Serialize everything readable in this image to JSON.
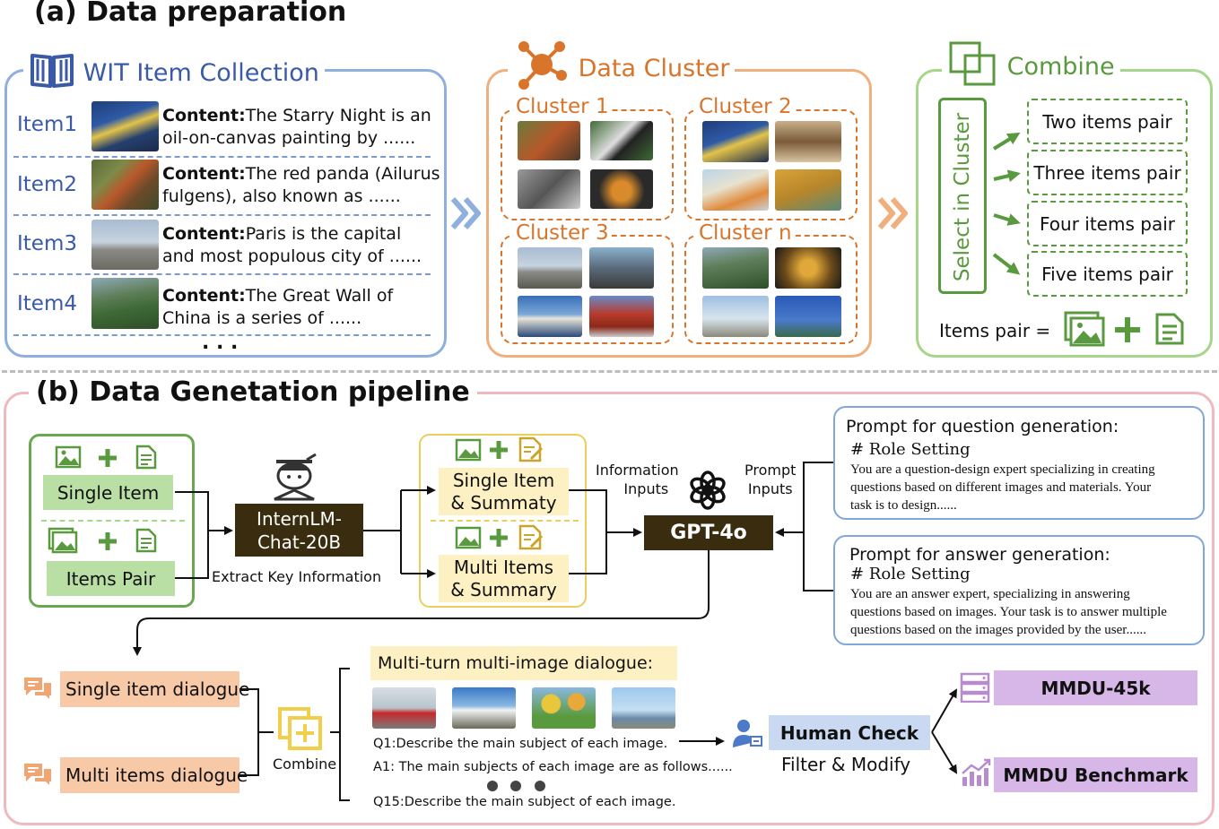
{
  "section_a": {
    "title": "(a) Data preparation",
    "wit": {
      "title": "WIT Item Collection",
      "items": [
        {
          "label": "Item1",
          "content_label": "Content:",
          "line1": "The Starry Night is an",
          "line2": "oil-on-canvas painting by ......"
        },
        {
          "label": "Item2",
          "content_label": "Content:",
          "line1": "The red panda (Ailurus",
          "line2": "fulgens), also known as ......"
        },
        {
          "label": "Item3",
          "content_label": "Content:",
          "line1": "Paris is the capital",
          "line2": "and most populous city of ......"
        },
        {
          "label": "Item4",
          "content_label": "Content:",
          "line1": "The Great Wall of",
          "line2": "China is a series of ......"
        }
      ],
      "ellipsis": ". . ."
    },
    "cluster": {
      "title": "Data Cluster",
      "clusters": [
        "Cluster 1",
        "Cluster 2",
        "Cluster 3",
        "Cluster n"
      ]
    },
    "combine": {
      "title": "Combine",
      "select_label": "Select in Cluster",
      "pairs": [
        "Two items pair",
        "Three items pair",
        "Four items pair",
        "Five items pair"
      ],
      "formula_label": "Items pair ="
    }
  },
  "section_b": {
    "title": "(b) Data Genetation pipeline",
    "single_item": "Single Item",
    "items_pair": "Items Pair",
    "internlm_line1": "InternLM-",
    "internlm_line2": "Chat-20B",
    "extract_label": "Extract Key Information",
    "summary_single_line1": "Single Item",
    "summary_single_line2": "& Summaty",
    "summary_multi_line1": "Multi Items",
    "summary_multi_line2": "& Summary",
    "info_inputs_line1": "Information",
    "info_inputs_line2": "Inputs",
    "prompt_inputs_line1": "Prompt",
    "prompt_inputs_line2": "Inputs",
    "gpt": "GPT-4o",
    "prompt_q": {
      "title": "Prompt for question generation:",
      "sub": "# Role Setting",
      "lines": [
        "You are a question-design expert specializing in creating",
        "questions based on different images and materials. Your",
        "task is to design......"
      ]
    },
    "prompt_a": {
      "title": "Prompt for answer generation:",
      "sub": "# Role Setting",
      "lines": [
        "You are an answer expert, specializing in answering",
        "questions based on images. Your task is to answer multiple",
        "questions based on the images provided by the user......"
      ]
    },
    "single_dialogue": "Single item dialogue",
    "multi_dialogue": "Multi items dialogue",
    "combine_label": "Combine",
    "multiturn_title": "Multi-turn multi-image dialogue:",
    "q1": "Q1:Describe the main subject of each image.",
    "a1": "A1: The main subjects of each image are as follows......",
    "q15": "Q15:Describe the main subject of each image.",
    "human_check": "Human Check",
    "filter_modify": "Filter & Modify",
    "mmdu45k": "MMDU-45k",
    "mmdu_bench": "MMDU Benchmark"
  },
  "colors": {
    "blue": "#7fa7d8",
    "orange": "#f0b07e",
    "green": "#8cc46b",
    "pink": "#f0b9bf"
  },
  "icons": [
    "book-icon",
    "network-icon",
    "squares-icon",
    "image-icon",
    "document-icon",
    "plus-icon",
    "openai-icon",
    "chat-icon",
    "database-icon",
    "chart-icon",
    "person-icon"
  ]
}
